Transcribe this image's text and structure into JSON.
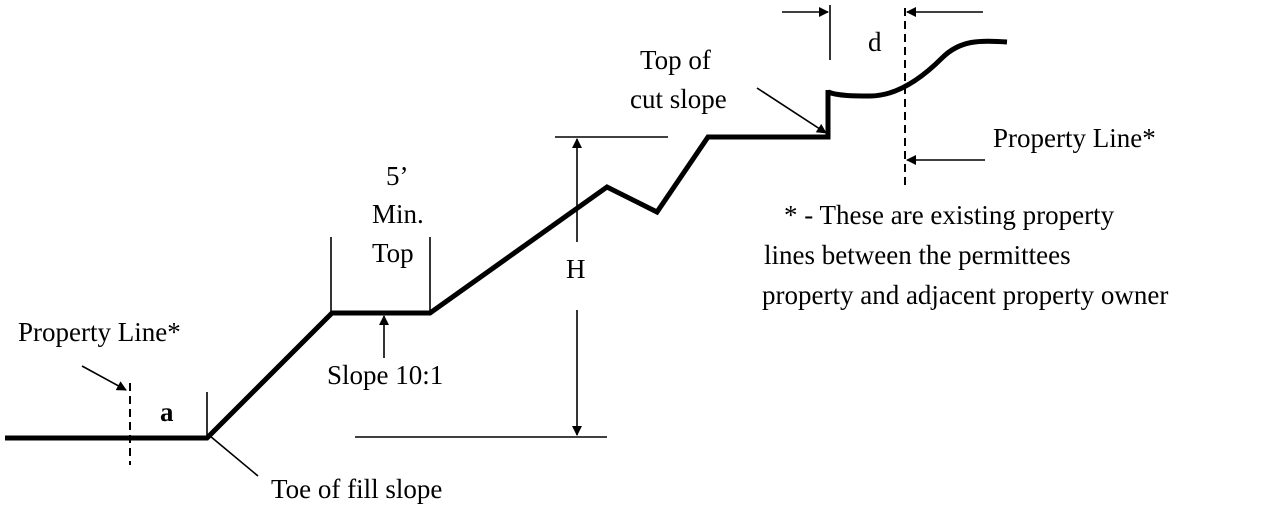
{
  "labels": {
    "property_line_left": "Property Line*",
    "property_line_right": "Property Line*",
    "a": "a",
    "d": "d",
    "toe_of_fill_slope": "Toe of fill slope",
    "slope_ratio": "Slope 10:1",
    "five_min_top": [
      "5’",
      "Min.",
      "Top"
    ],
    "h": "H",
    "top_of_cut_slope": [
      "Top of",
      "cut slope"
    ],
    "footnote": [
      "* - These are existing property",
      "lines between the permittees",
      "property and adjacent property owner"
    ]
  }
}
